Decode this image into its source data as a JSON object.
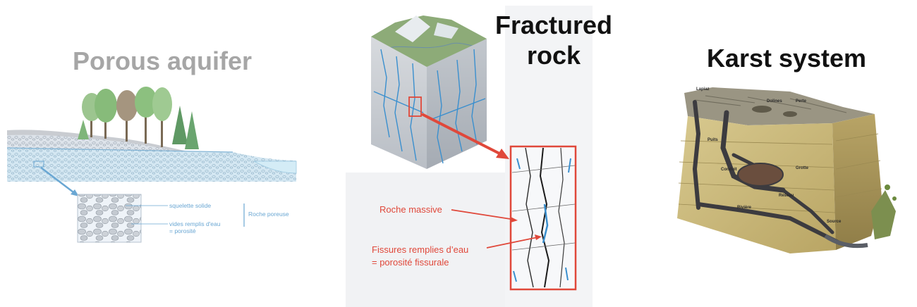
{
  "titles": {
    "porous": "Porous aquifer",
    "fractured_line1": "Fractured",
    "fractured_line2": "rock",
    "karst": "Karst system"
  },
  "porous_panel": {
    "label_skeleton": "squelette solide",
    "label_voids_line1": "vides remplis d'eau",
    "label_voids_line2": "= porosité",
    "label_group": "Roche poreuse"
  },
  "fractured_panel": {
    "label_massive": "Roche massive",
    "label_fissures_line1": "Fissures remplies d’eau",
    "label_fissures_line2": "= porosité fissurale"
  },
  "karst_panel": {
    "label_lapiaz": "Lapiaz",
    "label_dolines": "Dolines",
    "label_perte": "Perte",
    "label_puits": "Puits",
    "label_grotte": "Grotte",
    "label_conduit": "Conduit",
    "label_reseau": "Réseau",
    "label_riviere": "Rivière",
    "label_source": "Source"
  },
  "colors": {
    "porous_title": "#a6a6a6",
    "water_blue": "#6aa7d3",
    "red_annotation": "#e0483a",
    "rock_grey": "#c9ccd1",
    "karst_tan": "#cbb77a"
  }
}
